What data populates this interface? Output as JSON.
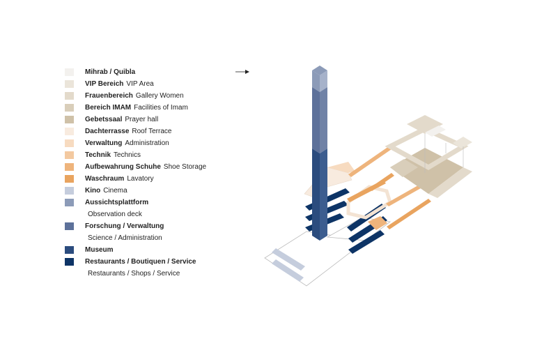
{
  "legend": [
    {
      "de": "Mihrab / Quibla",
      "en": "",
      "color": "#f3f1ee"
    },
    {
      "de": "VIP Bereich",
      "en": "VIP Area",
      "color": "#ebe5da"
    },
    {
      "de": "Frauenbereich",
      "en": "Gallery Women",
      "color": "#e3dacb"
    },
    {
      "de": "Bereich IMAM",
      "en": "Facilities of Imam",
      "color": "#d9ceba"
    },
    {
      "de": "Gebetssaal",
      "en": "Prayer hall",
      "color": "#cfc1a8"
    },
    {
      "de": "Dachterrasse",
      "en": "Roof Terrace",
      "color": "#f8ebdf"
    },
    {
      "de": "Verwaltung",
      "en": "Administration",
      "color": "#f7dbc0"
    },
    {
      "de": "Technik",
      "en": "Technics",
      "color": "#f3c9a0"
    },
    {
      "de": "Aufbewahrung Schuhe",
      "en": "Shoe Storage",
      "color": "#eeb47c"
    },
    {
      "de": "Waschraum",
      "en": "Lavatory",
      "color": "#e9a45f"
    },
    {
      "de": "Kino",
      "en": "Cinema",
      "color": "#c5cddd"
    },
    {
      "de": "Aussichtsplattform",
      "en": "",
      "color": "#8c9bb8"
    },
    {
      "de": "",
      "en": "Observation deck",
      "color": ""
    },
    {
      "de": "Forschung / Verwaltung",
      "en": "",
      "color": "#5d719a"
    },
    {
      "de": "",
      "en": "Science / Administration",
      "color": ""
    },
    {
      "de": "Museum",
      "en": "",
      "color": "#2b4c7e"
    },
    {
      "de": "Restaurants / Boutiquen / Service",
      "en": "",
      "color": "#0d3466"
    },
    {
      "de": "",
      "en": "Restaurants / Shops / Service",
      "color": ""
    }
  ],
  "colors": {
    "outline": "#bbbbbb",
    "tower_top": "#8c9bb8",
    "tower_mid": "#5d719a",
    "tower_low": "#2b4c7e",
    "restaurant": "#0d3466",
    "cinema": "#c5cddd",
    "lavatory": "#e9a45f",
    "shoe": "#eeb47c",
    "terrace": "#f8ebdf",
    "admin": "#f7dbc0",
    "prayer": "#cfc1a8",
    "gallery": "#e3dacb",
    "vip": "#ebe5da",
    "imam": "#d9ceba"
  }
}
